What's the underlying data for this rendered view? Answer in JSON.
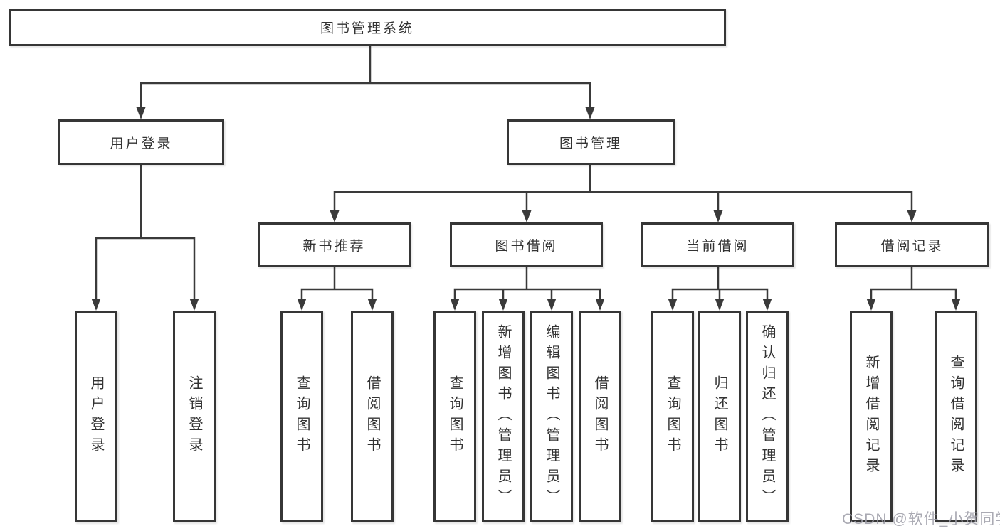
{
  "tree": {
    "root": "图书管理系统",
    "branches": [
      {
        "label": "用户登录",
        "children": [
          "用户登录",
          "注销登录"
        ]
      },
      {
        "label": "图书管理",
        "groups": [
          {
            "label": "新书推荐",
            "children": [
              "查询图书",
              "借阅图书"
            ]
          },
          {
            "label": "图书借阅",
            "children": [
              "查询图书",
              "新增图书（管理员）",
              "编辑图书（管理员）",
              "借阅图书"
            ]
          },
          {
            "label": "当前借阅",
            "children": [
              "查询图书",
              "归还图书",
              "确认归还（管理员）"
            ]
          },
          {
            "label": "借阅记录",
            "children": [
              "新增借阅记录",
              "查询借阅记录"
            ]
          }
        ]
      }
    ]
  },
  "watermark": "CSDN @软件_小贺同学",
  "colors": {
    "line": "#3a3a3a",
    "box_border": "#363636",
    "box_bg": "#ffffff",
    "text": "#333333",
    "watermark": "#9e9ea6"
  }
}
